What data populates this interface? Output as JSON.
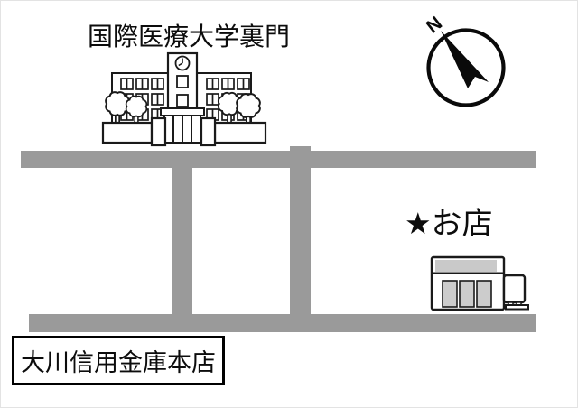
{
  "canvas": {
    "background": "#ffffff"
  },
  "colors": {
    "road": "#9a9a9a",
    "ink": "#000000",
    "shop_awning": "#c9c9c9",
    "shop_panel": "#cccccc"
  },
  "compass": {
    "direction_label": "N"
  },
  "landmarks": {
    "university": {
      "label": "国際医療大学裏門",
      "icon": "school-building-icon"
    },
    "shop": {
      "marker": "★",
      "label": "お店",
      "icon": "shop-building-icon"
    },
    "bank": {
      "label": "大川信用金庫本店"
    }
  }
}
